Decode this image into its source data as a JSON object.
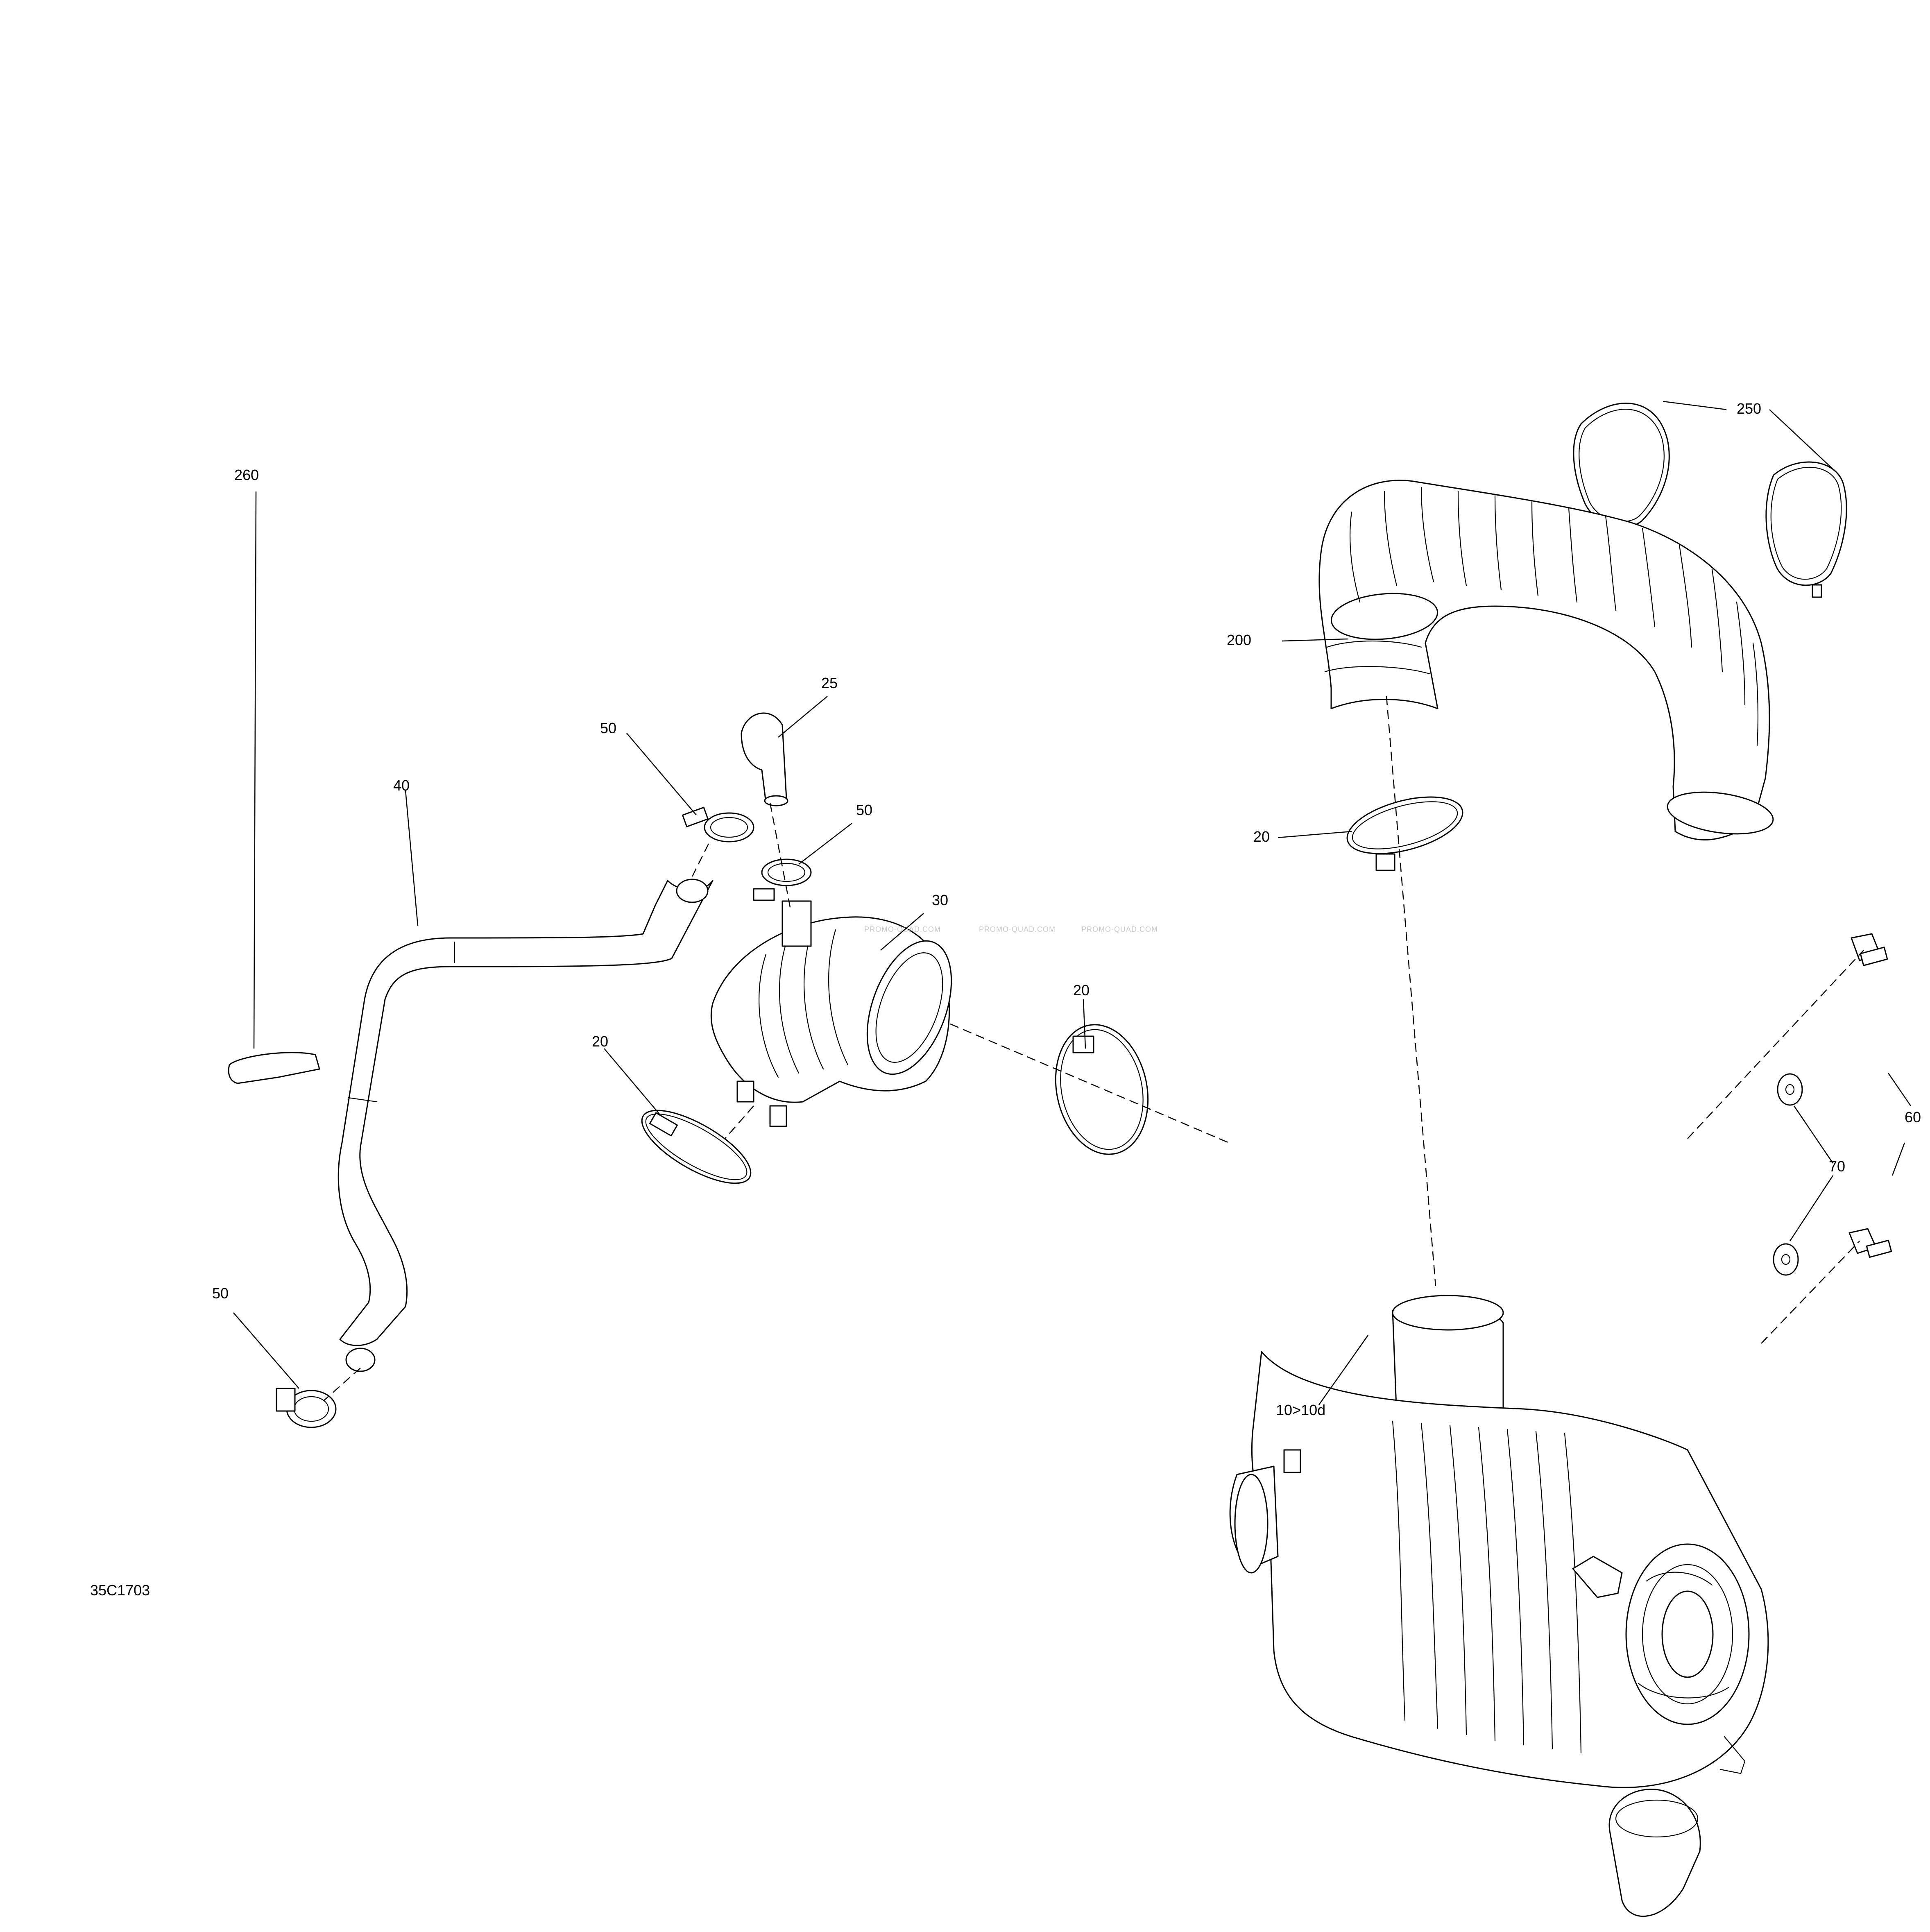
{
  "diagram": {
    "code": "35C1703",
    "watermark": "PROMO-QUAD.COM",
    "callouts": {
      "c250": "250",
      "c200": "200",
      "c25": "25",
      "c50a": "50",
      "c50b": "50",
      "c50c": "50",
      "c40": "40",
      "c260": "260",
      "c30": "30",
      "c20a": "20",
      "c20b": "20",
      "c20c": "20",
      "c60": "60",
      "c70": "70",
      "c10": "10>10d"
    }
  }
}
